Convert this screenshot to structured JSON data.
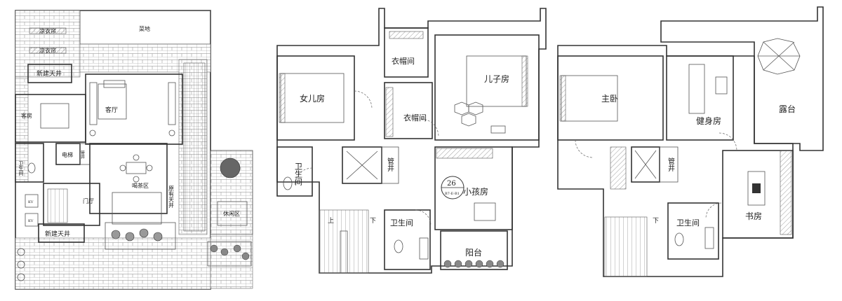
{
  "plan1": {
    "labels": {
      "liangchi1": "凉衣帘",
      "liangchi2": "凉衣帘",
      "caidi": "菜地",
      "xinjian_tianjing_top": "新建天井",
      "kefang": "客房",
      "keting": "客厅",
      "dianti": "电梯",
      "guanjing": "管井",
      "weishengjian": "卫生间",
      "hecha": "喝茶区",
      "menting": "门厅",
      "yuanyou_tianjing": "原有天井",
      "xiuxian": "休闲区",
      "xinjian_tianjing_bottom": "新建天井",
      "kv1": "KV",
      "kv2": "KV"
    }
  },
  "plan2": {
    "labels": {
      "yimaojian_top": "衣帽间",
      "nverfang": "女儿房",
      "erzifang": "儿子房",
      "yimaojian_mid": "衣帽间",
      "weishengjian_left": "卫生间",
      "guanjing": "管井",
      "xiaohaifang": "小孩房",
      "weishengjian_bottom": "卫生间",
      "yangtai": "阳台",
      "shang": "上",
      "xia": "下",
      "marker_number": "26",
      "marker_sub": "B7-E-B1"
    }
  },
  "plan3": {
    "labels": {
      "zhuwo": "主卧",
      "jianshenfang": "健身房",
      "lutai": "露台",
      "guanjing": "管井",
      "weishengjian": "卫生间",
      "shufang": "书房",
      "xia": "下"
    }
  }
}
